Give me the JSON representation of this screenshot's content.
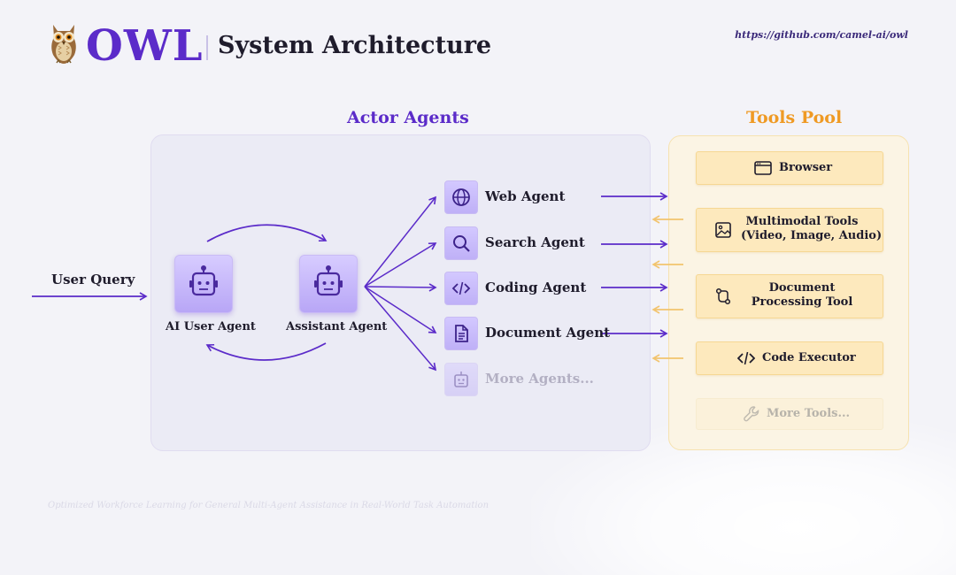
{
  "header": {
    "logo_icon": "owl-icon",
    "brand": "OWL",
    "title": "System Architecture",
    "url": "https://github.com/camel-ai/owl"
  },
  "sections": {
    "actor_agents": "Actor Agents",
    "tools_pool": "Tools Pool"
  },
  "user_query": {
    "label": "User Query"
  },
  "core_agents": [
    {
      "label": "AI User Agent",
      "icon": "robot-icon"
    },
    {
      "label": "Assistant Agent",
      "icon": "robot-icon"
    }
  ],
  "agents": [
    {
      "label": "Web Agent",
      "icon": "globe-icon"
    },
    {
      "label": "Search Agent",
      "icon": "search-icon"
    },
    {
      "label": "Coding Agent",
      "icon": "code-icon"
    },
    {
      "label": "Document Agent",
      "icon": "document-icon"
    },
    {
      "label": "More Agents...",
      "icon": "robot-icon"
    }
  ],
  "tools": [
    {
      "label": "Browser",
      "icon": "browser-window-icon"
    },
    {
      "label_line1": "Multimodal Tools",
      "label_line2": "(Video, Image, Audio)",
      "icon": "image-icon"
    },
    {
      "label_line1": "Document",
      "label_line2": "Processing Tool",
      "icon": "git-branch-icon"
    },
    {
      "label": "Code Executor",
      "icon": "code-icon"
    },
    {
      "label": "More Tools...",
      "icon": "wrench-icon"
    }
  ],
  "colors": {
    "accent_purple": "#5b2bc9",
    "accent_orange": "#ef9a24",
    "arrow_orange": "#f2c46e"
  },
  "footer": "Optimized Workforce Learning for General Multi-Agent Assistance in Real-World Task Automation"
}
